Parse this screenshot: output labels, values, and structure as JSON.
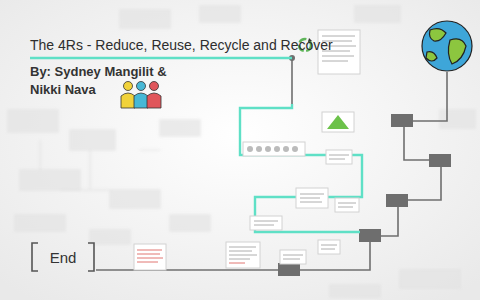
{
  "diagram": {
    "title": "The 4Rs - Reduce, Reuse, Recycle and Recover",
    "nodes": [
      {
        "text": [
          "End"
        ]
      }
    ],
    "labels": [
      "By: Sydney Mangilit &",
      "Nikki Nava"
    ]
  }
}
